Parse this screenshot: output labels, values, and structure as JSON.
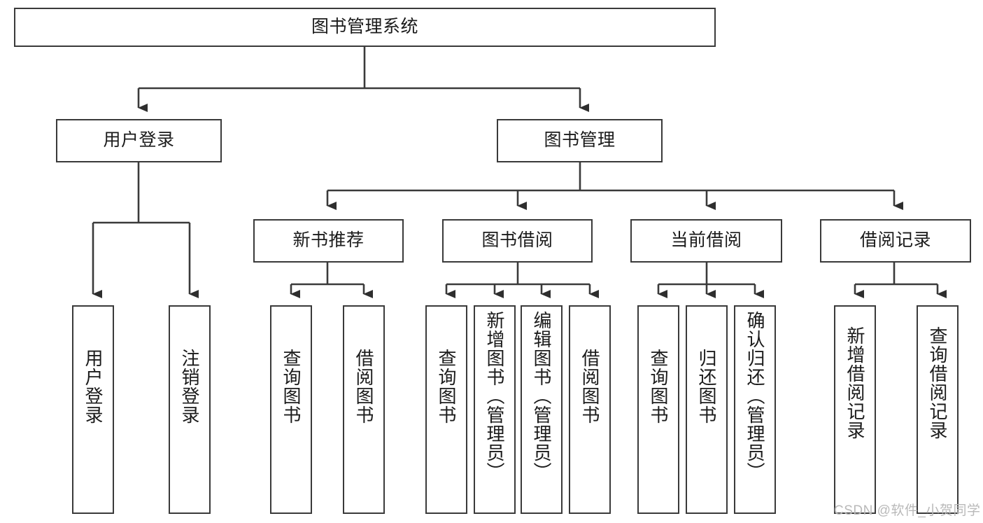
{
  "diagram": {
    "title": "图书管理系统",
    "type": "hierarchy-tree",
    "watermark": "CSDN @软件_小贺同学",
    "colors": {
      "stroke": "#3a3a3a",
      "fill": "#ffffff",
      "text": "#1b1b1b",
      "watermark": "#b9b9b9"
    },
    "levels": {
      "level1": [
        {
          "id": "root",
          "label": "图书管理系统"
        }
      ],
      "level2": [
        {
          "id": "user-login",
          "label": "用户登录"
        },
        {
          "id": "book-manage",
          "label": "图书管理"
        }
      ],
      "level3": [
        {
          "id": "new-book-rec",
          "label": "新书推荐"
        },
        {
          "id": "book-borrow",
          "label": "图书借阅"
        },
        {
          "id": "current-borrow",
          "label": "当前借阅"
        },
        {
          "id": "borrow-record",
          "label": "借阅记录"
        }
      ],
      "level4": [
        {
          "id": "leaf-user-login",
          "label": "用户登录",
          "parent": "user-login"
        },
        {
          "id": "leaf-logout",
          "label": "注销登录",
          "parent": "user-login"
        },
        {
          "id": "leaf-query-book-1",
          "label": "查询图书",
          "parent": "new-book-rec"
        },
        {
          "id": "leaf-borrow-book-1",
          "label": "借阅图书",
          "parent": "new-book-rec"
        },
        {
          "id": "leaf-query-book-2",
          "label": "查询图书",
          "parent": "book-borrow"
        },
        {
          "id": "leaf-add-book",
          "label": "新增图书（管理员）",
          "parent": "book-borrow"
        },
        {
          "id": "leaf-edit-book",
          "label": "编辑图书（管理员）",
          "parent": "book-borrow"
        },
        {
          "id": "leaf-borrow-book-2",
          "label": "借阅图书",
          "parent": "book-borrow"
        },
        {
          "id": "leaf-query-book-3",
          "label": "查询图书",
          "parent": "current-borrow"
        },
        {
          "id": "leaf-return-book",
          "label": "归还图书",
          "parent": "current-borrow"
        },
        {
          "id": "leaf-confirm-return",
          "label": "确认归还（管理员）",
          "parent": "current-borrow"
        },
        {
          "id": "leaf-add-record",
          "label": "新增借阅记录",
          "parent": "borrow-record"
        },
        {
          "id": "leaf-query-record",
          "label": "查询借阅记录",
          "parent": "borrow-record"
        }
      ]
    }
  }
}
